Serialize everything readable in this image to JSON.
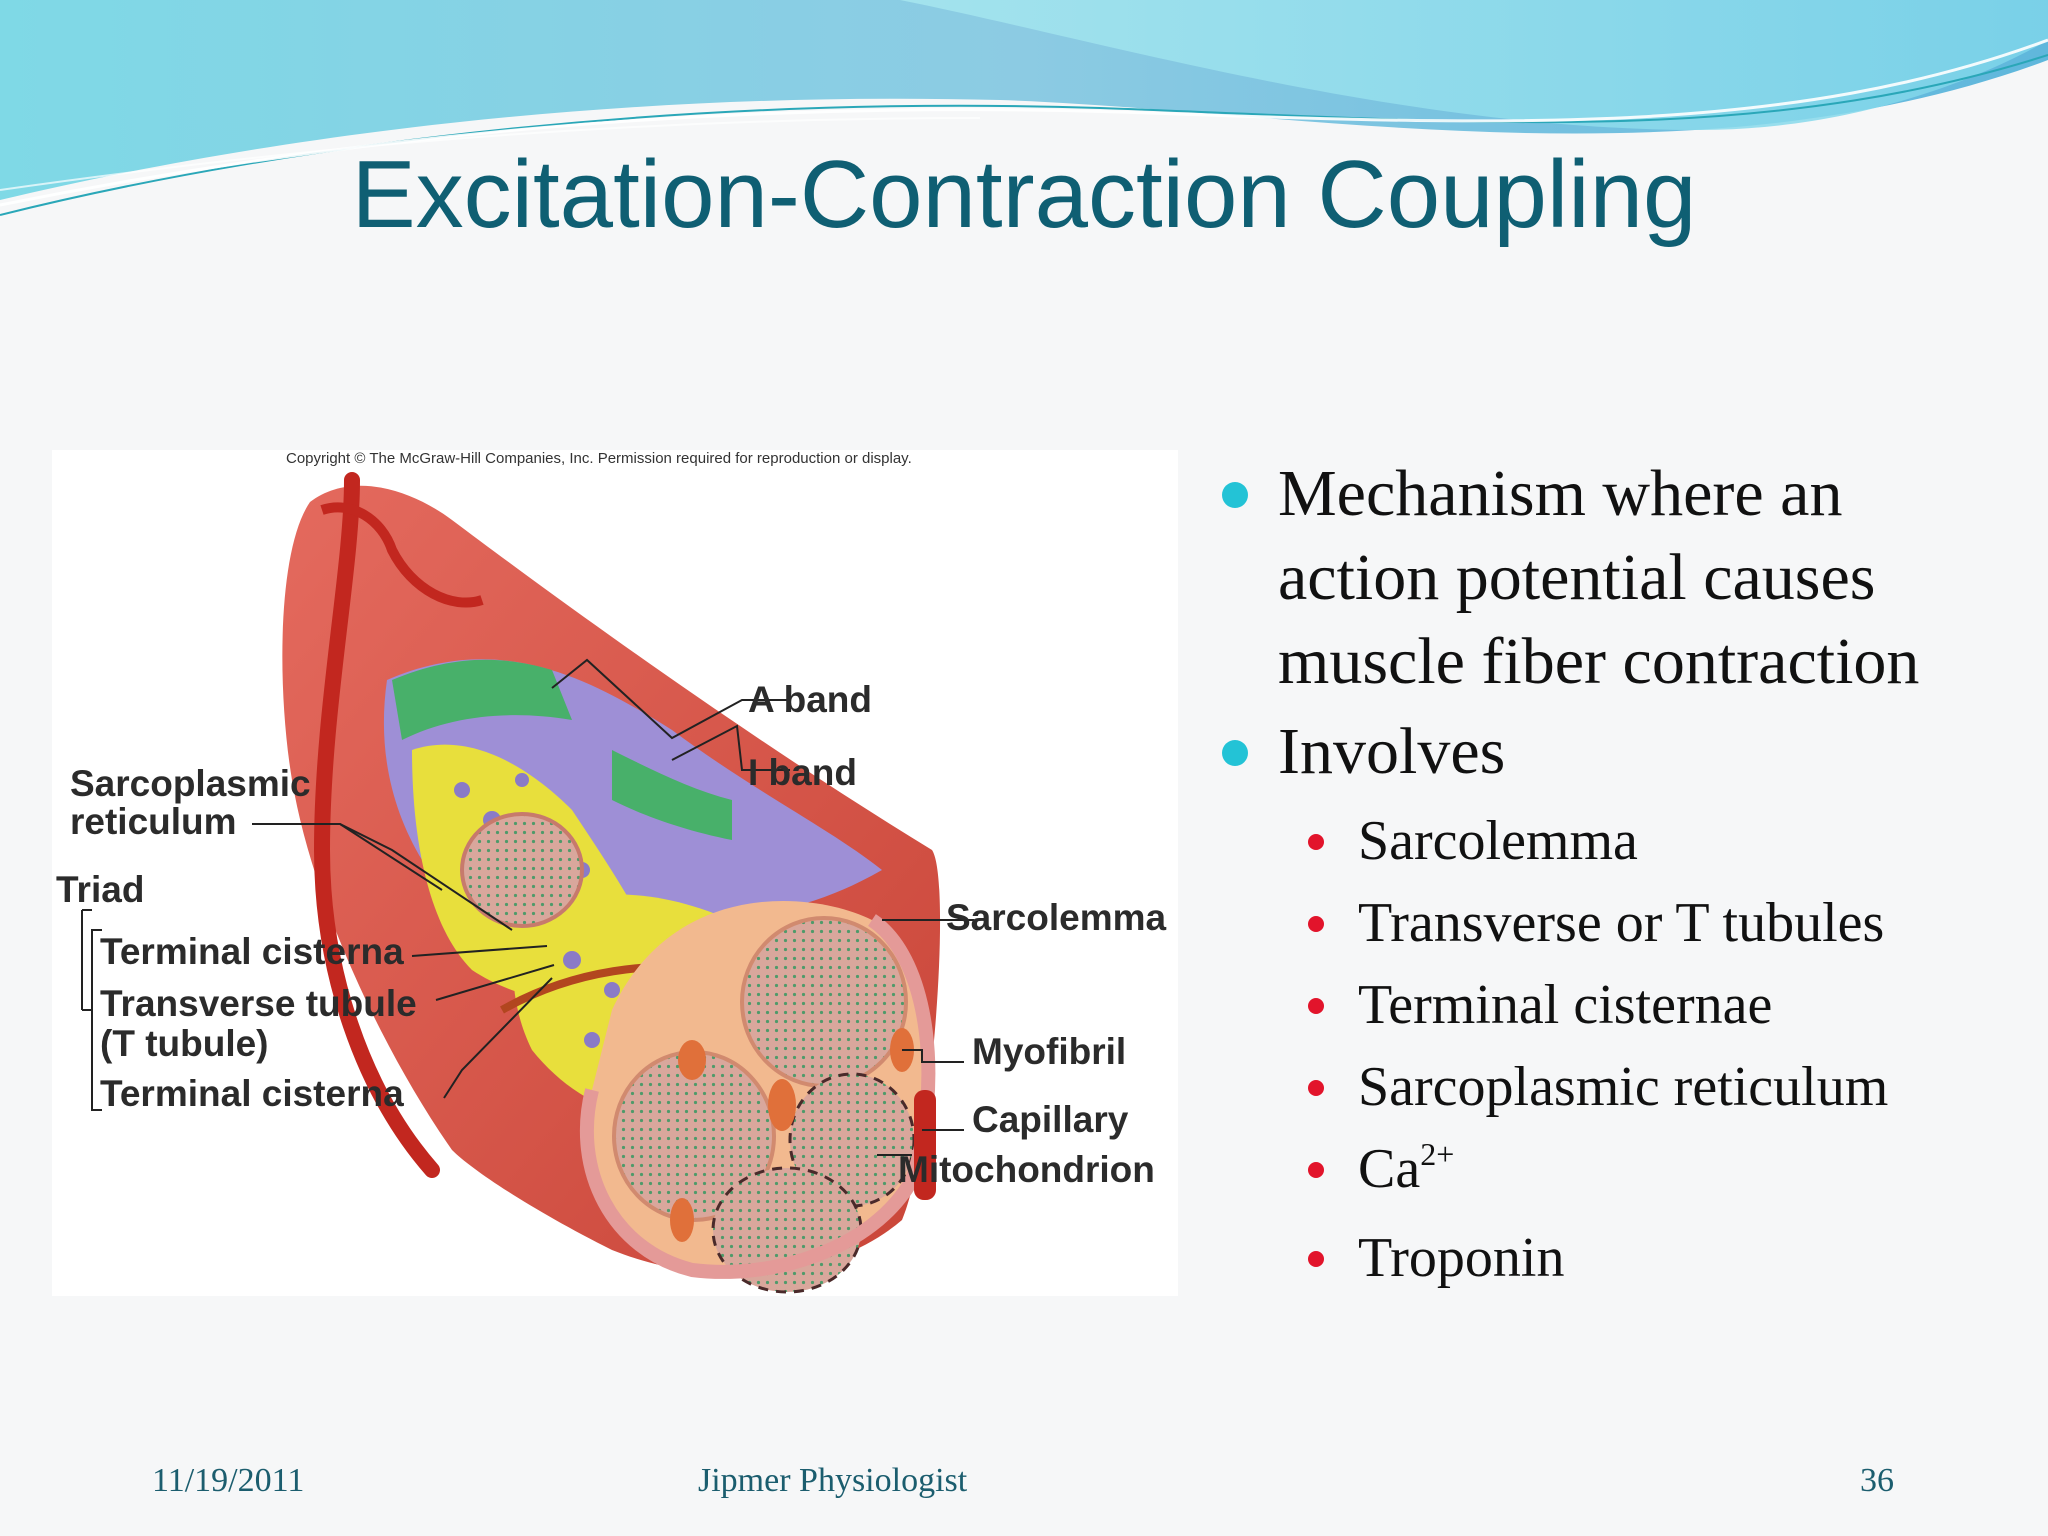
{
  "slide": {
    "title": "Excitation-Contraction Coupling"
  },
  "figure": {
    "copyright": "Copyright © The McGraw-Hill Companies, Inc. Permission required for reproduction or display.",
    "labels": {
      "a_band": "A band",
      "i_band": "I band",
      "sarcoplasmic_reticulum_line1": "Sarcoplasmic",
      "sarcoplasmic_reticulum_line2": "reticulum",
      "triad": "Triad",
      "terminal_cisterna_top": "Terminal cisterna",
      "transverse_tubule_line1": "Transverse tubule",
      "transverse_tubule_line2": "(T tubule)",
      "terminal_cisterna_bottom": "Terminal cisterna",
      "sarcolemma": "Sarcolemma",
      "myofibril": "Myofibril",
      "capillary": "Capillary",
      "mitochondrion": "Mitochondrion"
    }
  },
  "bullets": [
    {
      "text": "Mechanism where an action potential causes muscle fiber contraction"
    },
    {
      "text": "Involves"
    }
  ],
  "sub_bullets": [
    {
      "text": "Sarcolemma"
    },
    {
      "text": "Transverse or T tubules"
    },
    {
      "text": "Terminal cisternae"
    },
    {
      "text": "Sarcoplasmic reticulum"
    },
    {
      "text": "Ca",
      "sup": "2+"
    },
    {
      "text": "Troponin"
    }
  ],
  "footer": {
    "date": "11/19/2011",
    "author": "Jipmer Physiologist",
    "page": "36"
  },
  "colors": {
    "title": "#0f5f73",
    "primary_bullet": "#23c3d6",
    "secondary_bullet": "#e2142b",
    "footer_text": "#1b5d6e"
  }
}
